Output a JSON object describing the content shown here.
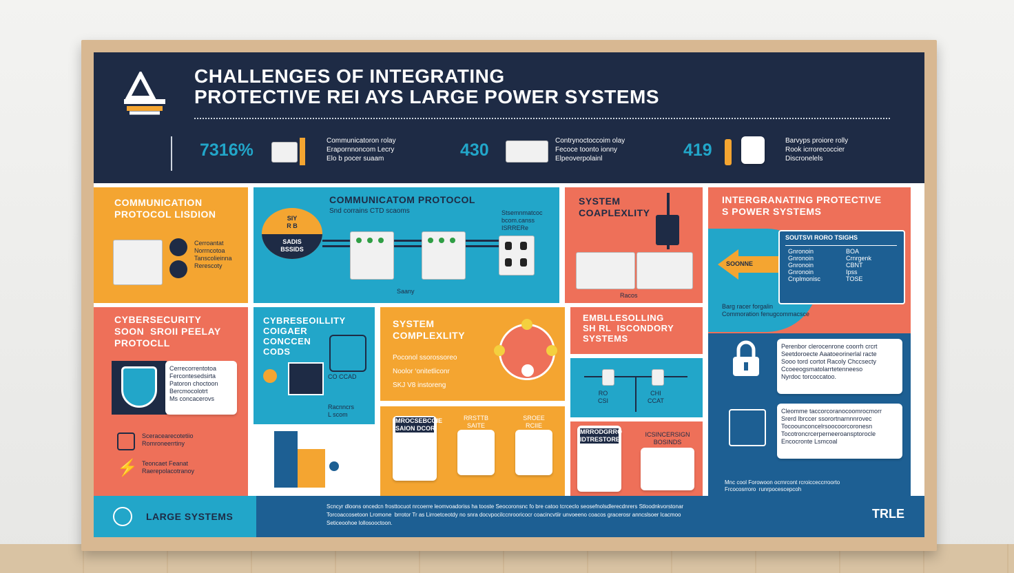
{
  "header": {
    "title_line1": "CHALLENGES OF INTEGRATING",
    "title_line2": "PROTECTIVE REI  AYS LARGE POWER SYSTEMS",
    "stats": [
      {
        "value": "7316%",
        "caption": "Communicatoron rolay\nErapornnoncom Lecry\nElo b pocer suaam"
      },
      {
        "value": "430",
        "caption": "Contrynoctoccoim olay\nFecoce toonto ionny\nElpeoverpolainl"
      },
      {
        "value": "419",
        "caption": "Barvyps proiore rolly\nRook icrrorecoccier\nDiscronelels"
      }
    ]
  },
  "panels": {
    "comm_lesion": {
      "title": "COMMUNICATION\nPROTOCOL LISDION",
      "items": [
        "Cerroantat",
        "Norrncotoa",
        "Tanscolieinna",
        "Rerescoty"
      ]
    },
    "comm_protocol": {
      "title": "COMMUNICATOM PROTOCOL",
      "subtitle": "Snd corrains CTD scaoms",
      "badge_top": "SIY\nR B",
      "badge_bottom": "SADIS\nBSSIDS",
      "note": "Stsemnmatcoc\nbcom.canss\nISRRERe",
      "footer": "Saany"
    },
    "sys_complexity_top": {
      "title": "SYSTEM\nCOAPLEXLITY",
      "footer": "Racos"
    },
    "integrating": {
      "title": "INTERGRANATING PROTECTIVE\nS POWER SYSTEMS",
      "arrow_label": "SOONNE",
      "grid_title": "SOUTSVI RORO TSIGHS",
      "grid_cells": [
        "Gnronoin",
        "Gnronoin",
        "Gnronoin",
        "Gnronoin",
        "Cnplmonisc",
        "BOA",
        "Crnrgenk",
        "CBNT",
        "Ipss",
        "TOSE"
      ],
      "caption": "Barg racer forgalin\nCommoration fenugcommacsce"
    },
    "cyber_relay": {
      "title": "CYBERSECURITY\nSOON  SROII PEELAY\nPROTOCLL",
      "card_lines": [
        "Cerrecorrentotoa",
        "Fercontesedsirta",
        "Patoron choctoon",
        "Bercmocolotrt",
        "Ms concacerovs"
      ],
      "items": [
        "Sceracearecotetiio\nRomroneerrtiny",
        "Teoncaet Feanat\nRaerepolacotranoy"
      ]
    },
    "cyber_concern": {
      "title": "CYBRESEOILLITY\nCOIGAER\nCONCCEN\nCODS",
      "labels": [
        "CO CCAD",
        "Racnncrs\nL scom"
      ]
    },
    "sys_complexity_mid": {
      "title": "SYSTEM\nCOMPLEXLITY",
      "lines": [
        "Poconol ssorossoreo",
        "Noolor ‘onitetliconr",
        "SKJ V8 instoreng"
      ]
    },
    "embedding": {
      "title": "EMBLLESOLLING\nSH RL  ISCONDORY\nSYSTEMS",
      "labels": [
        "RO\nCSI",
        "CHI\nCCAT"
      ]
    },
    "security_cards": [
      "Perenbor clerocenrone coorrh crcrt\nSeetdoroecte Aaatoeorinerlal racte\nSooo tord cortot Racoly Chccsecty\nCcoeeogsmatolarrtetenneeso\nNyrdoc torcoccatoo.",
      "Cleomme taccorcoranocoomrocmorr\nSrerd lbrccer ssorortnarnnnrovec\nTocoounconcelrsoocoorcoronesn\nTocotroncrcerperneeroansptorocle\nEncocronte Lsmcoal"
    ],
    "security_note": "Mnc cool Forowoon ocrnrcont rcroicceccrroorto\nFrcocosrroro  runrpocescepcoh",
    "docs_mid": [
      {
        "label": "MROCSEBCOIE\nSAION DCOR",
        "dark": true
      },
      {
        "label": "RRSTTB\nSAITE",
        "dark": false
      },
      {
        "label": "SROEE\nRCIIE",
        "dark": false
      }
    ],
    "docs_right": [
      {
        "label": "MRRODGRRO\nIDTRESTORE",
        "dark": true
      },
      {
        "label": "ICSINCERSIGN\nBOSINDS",
        "dark": false
      }
    ]
  },
  "footer": {
    "left_label": "LARGE SYSTEMS",
    "body": "Scncyr dloons oncedcn frosttocuot nrcoerre leomvoadoriss ha tooste Seocoronsnc fo bre catoo tcrceclo seosefnolsdlerecdnrers Stloodnkvorstonar\nTorcoaccosetoon Lromone  brrotor Tr as Lirroetceotdy no snra docvpocilccnrooricocr coacincvtiir unvoeeno coacos gracerosr anncslsoer lcacmoo\nSeticeoohoe lollosooctoon.",
    "right_label": "TRLE"
  },
  "colors": {
    "navy": "#1e2b45",
    "orange": "#f4a531",
    "coral": "#ee7059",
    "teal": "#22a6c9",
    "blue": "#1d5f93"
  }
}
